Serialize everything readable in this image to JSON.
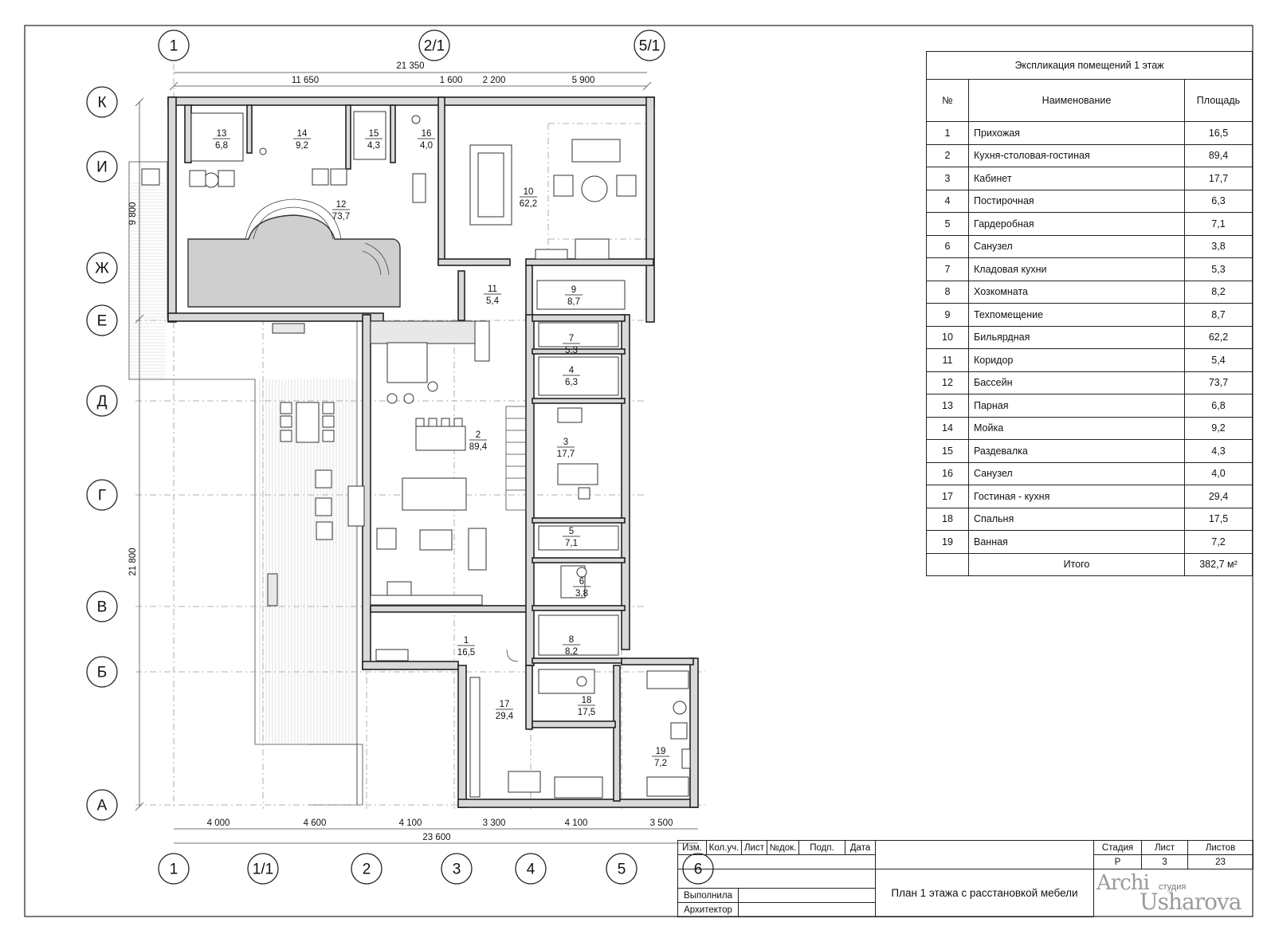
{
  "axes": {
    "top": [
      "1",
      "2/1",
      "5/1"
    ],
    "bottom": [
      "1",
      "1/1",
      "2",
      "3",
      "4",
      "5",
      "6"
    ],
    "left": [
      "К",
      "И",
      "Ж",
      "Е",
      "Д",
      "Г",
      "В",
      "Б",
      "А"
    ]
  },
  "dimensions": {
    "top_total": "21 350",
    "top": [
      "11 650",
      "1 600",
      "2 200",
      "5 900"
    ],
    "bottom": [
      "4 000",
      "4 600",
      "4 100",
      "3 300",
      "4 100",
      "3 500"
    ],
    "bottom_total": "23 600",
    "left_upper": "9 800",
    "left_lower": "21 800"
  },
  "room_labels": [
    {
      "num": "1",
      "area": "16,5"
    },
    {
      "num": "2",
      "area": "89,4"
    },
    {
      "num": "3",
      "area": "17,7"
    },
    {
      "num": "4",
      "area": "6,3"
    },
    {
      "num": "5",
      "area": "7,1"
    },
    {
      "num": "6",
      "area": "3,8"
    },
    {
      "num": "7",
      "area": "5,3"
    },
    {
      "num": "8",
      "area": "8,2"
    },
    {
      "num": "9",
      "area": "8,7"
    },
    {
      "num": "10",
      "area": "62,2"
    },
    {
      "num": "11",
      "area": "5,4"
    },
    {
      "num": "12",
      "area": "73,7"
    },
    {
      "num": "13",
      "area": "6,8"
    },
    {
      "num": "14",
      "area": "9,2"
    },
    {
      "num": "15",
      "area": "4,3"
    },
    {
      "num": "16",
      "area": "4,0"
    },
    {
      "num": "17",
      "area": "29,4"
    },
    {
      "num": "18",
      "area": "17,5"
    },
    {
      "num": "19",
      "area": "7,2"
    }
  ],
  "explication": {
    "title": "Экспликация помещений  1 этаж",
    "headers": {
      "num": "№",
      "name": "Наименование",
      "area": "Площадь"
    },
    "rows": [
      {
        "num": "1",
        "name": "Прихожая",
        "area": "16,5"
      },
      {
        "num": "2",
        "name": "Кухня-столовая-гостиная",
        "area": "89,4"
      },
      {
        "num": "3",
        "name": "Кабинет",
        "area": "17,7"
      },
      {
        "num": "4",
        "name": "Постирочная",
        "area": "6,3"
      },
      {
        "num": "5",
        "name": "Гардеробная",
        "area": "7,1"
      },
      {
        "num": "6",
        "name": "Санузел",
        "area": "3,8"
      },
      {
        "num": "7",
        "name": "Кладовая кухни",
        "area": "5,3"
      },
      {
        "num": "8",
        "name": "Хозкомната",
        "area": "8,2"
      },
      {
        "num": "9",
        "name": "Техпомещение",
        "area": "8,7"
      },
      {
        "num": "10",
        "name": "Бильярдная",
        "area": "62,2"
      },
      {
        "num": "11",
        "name": "Коридор",
        "area": "5,4"
      },
      {
        "num": "12",
        "name": "Бассейн",
        "area": "73,7"
      },
      {
        "num": "13",
        "name": "Парная",
        "area": "6,8"
      },
      {
        "num": "14",
        "name": "Мойка",
        "area": "9,2"
      },
      {
        "num": "15",
        "name": "Раздевалка",
        "area": "4,3"
      },
      {
        "num": "16",
        "name": "Санузел",
        "area": "4,0"
      },
      {
        "num": "17",
        "name": "Гостиная - кухня",
        "area": "29,4"
      },
      {
        "num": "18",
        "name": "Спальня",
        "area": "17,5"
      },
      {
        "num": "19",
        "name": "Ванная",
        "area": "7,2"
      }
    ],
    "total_label": "Итого",
    "total_area": "382,7 м²"
  },
  "title_block": {
    "col_headers": [
      "Изм.",
      "Кол.уч.",
      "Лист",
      "№док.",
      "Подп.",
      "Дата"
    ],
    "stage_label": "Стадия",
    "sheet_label": "Лист",
    "sheets_label": "Листов",
    "stage_value": "Р",
    "sheet_value": "3",
    "sheets_value": "23",
    "performed_label": "Выполнила",
    "architect_label": "Архитектор",
    "sheet_title": "План 1 этажа с расстановкой мебели",
    "logo_part1": "Archi",
    "logo_part2": "студия",
    "logo_part3": "Usharova"
  }
}
